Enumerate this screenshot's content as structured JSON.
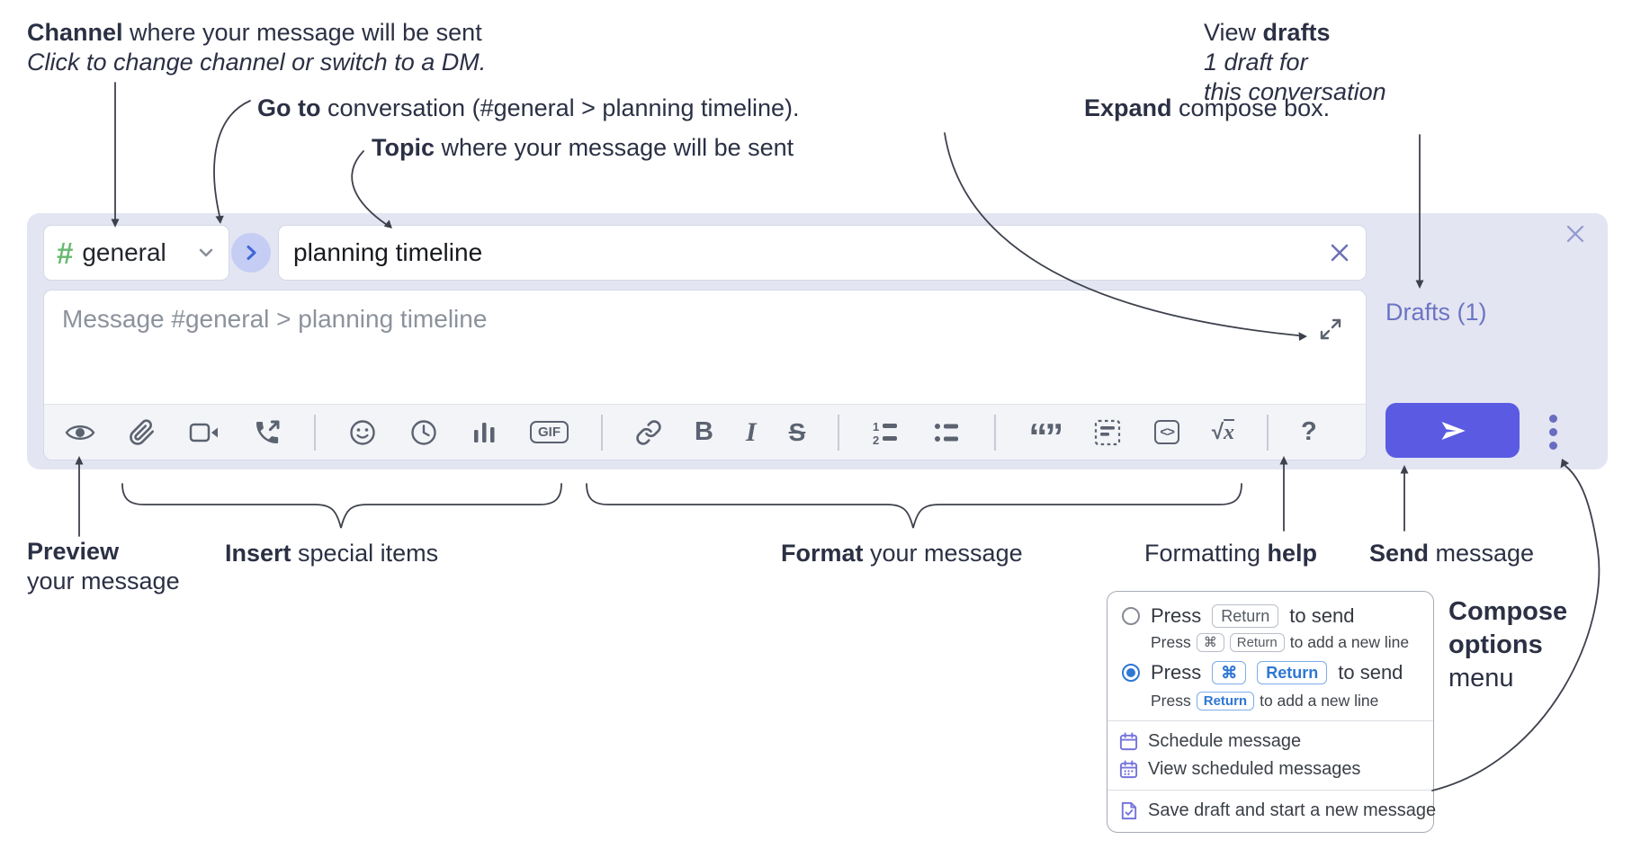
{
  "annotations": {
    "channel": {
      "bold": "Channel",
      "rest": " where your message will be sent",
      "sub": "Click to change channel or switch to a DM."
    },
    "goto": {
      "bold": "Go to",
      "rest": " conversation (#general > planning timeline)."
    },
    "topic": {
      "bold": "Topic",
      "rest": " where your message will be sent"
    },
    "expand": {
      "bold": "Expand",
      "rest": " compose box."
    },
    "drafts": {
      "pre": "View ",
      "bold": "drafts",
      "line2": "1 draft for",
      "line3": "this conversation"
    },
    "preview": {
      "bold": "Preview",
      "line2": "your message"
    },
    "insert": {
      "bold": "Insert",
      "rest": " special items"
    },
    "format": {
      "bold": "Format",
      "rest": " your message"
    },
    "help": {
      "pre": "Formatting ",
      "bold": "help"
    },
    "send": {
      "bold": "Send",
      "rest": " message"
    },
    "compose_options": {
      "line1": "Compose",
      "line2": "options",
      "line3": "menu"
    }
  },
  "compose_box": {
    "channel_hash": "#",
    "channel_name": "general",
    "topic_value": "planning timeline",
    "message_placeholder": "Message #general > planning timeline",
    "drafts_link": "Drafts (1)",
    "toolbar": {
      "gif_label": "GIF",
      "bold_glyph": "B",
      "italic_glyph": "I",
      "strike_glyph": "S",
      "quote_glyph": "“”",
      "code_glyph": "<>",
      "sqrt_glyph": "√",
      "math_x_glyph": "x",
      "help_glyph": "?"
    }
  },
  "options_menu": {
    "return_to_send": {
      "press": "Press",
      "key1": "Return",
      "tail": "to send",
      "sub_press": "Press",
      "sub_key1": "⌘",
      "sub_key2": "Return",
      "sub_tail": "to add a new line"
    },
    "cmd_return_to_send": {
      "press": "Press",
      "key1": "⌘",
      "key2": "Return",
      "tail": "to send",
      "sub_press": "Press",
      "sub_key1": "Return",
      "sub_tail": "to add a new line"
    },
    "items": [
      {
        "label": "Schedule message"
      },
      {
        "label": "View scheduled messages"
      },
      {
        "label": "Save draft and start a new message"
      }
    ]
  },
  "colors": {
    "accent_send": "#5a5be2",
    "compose_bg": "#e3e5f2",
    "hash_green": "#68b971",
    "drafts_link": "#6d74c4",
    "keycap_blue": "#2e77d4",
    "menu_icon_purple": "#7673dc"
  }
}
